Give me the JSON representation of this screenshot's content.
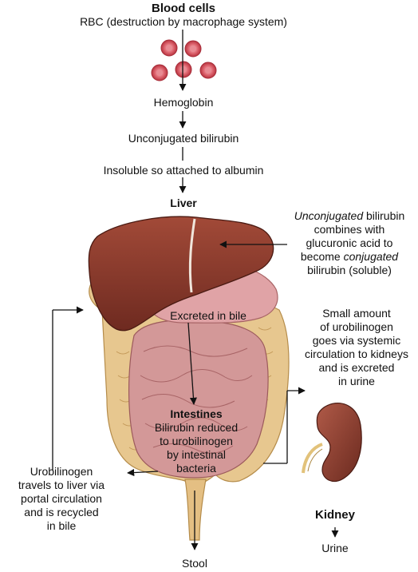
{
  "top": {
    "title": "Blood cells",
    "subtitle": "RBC (destruction by macrophage system)"
  },
  "steps": {
    "hemoglobin": "Hemoglobin",
    "unconjugated": "Unconjugated bilirubin",
    "insoluble": "Insoluble so attached to albumin",
    "liver": "Liver"
  },
  "liver_note": {
    "line1_italic": "Unconjugated",
    "line1_rest": " bilirubin",
    "line2": "combines with",
    "line3": "glucuronic acid to",
    "line4_pre": "become ",
    "line4_italic": "conjugated",
    "line5": "bilirubin (soluble)"
  },
  "bile_label": "Excreted in bile",
  "kidney_note": {
    "lines": [
      "Small amount",
      "of urobilinogen",
      "goes via systemic",
      "circulation to kidneys",
      "and is excreted",
      "in urine"
    ]
  },
  "intestines": {
    "title": "Intestines",
    "lines": [
      "Bilirubin reduced",
      "to urobilinogen",
      "by intestinal",
      "bacteria"
    ]
  },
  "recycle_note": {
    "lines": [
      "Urobilinogen",
      "travels to liver via",
      "portal circulation",
      "and is recycled",
      "in bile"
    ]
  },
  "kidney_label": "Kidney",
  "urine_label": "Urine",
  "stool_label": "Stool",
  "colors": {
    "liver": "#8a3a2c",
    "stomach": "#e0a3a5",
    "colon": "#e6c68e",
    "small_intestine": "#cf9495",
    "rbc": "#d2424f",
    "kidney": "#8c3a2c",
    "ureter": "#e2c27a"
  }
}
